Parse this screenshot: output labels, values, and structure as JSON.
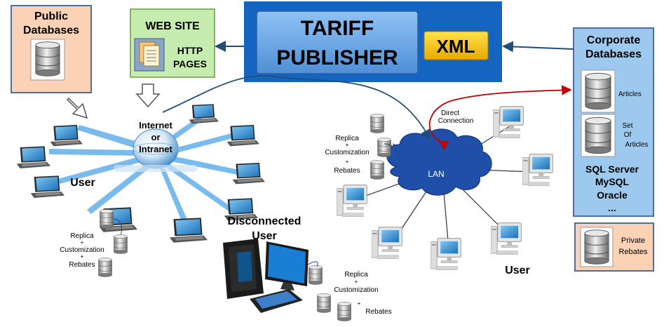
{
  "public_databases": {
    "title_line1": "Public",
    "title_line2": "Databases"
  },
  "web_site": {
    "title": "WEB SITE",
    "sub_line1": "HTTP",
    "sub_line2": "PAGES"
  },
  "publisher": {
    "line1": "TARIFF",
    "line2": "PUBLISHER",
    "xml": "XML"
  },
  "corporate": {
    "title_line1": "Corporate",
    "title_line2": "Databases",
    "articles": "Articles",
    "set_line1": "Set",
    "set_line2": "Of",
    "set_line3": "Articles",
    "engines": [
      "SQL Server",
      "MySQL",
      "Oracle",
      "..."
    ]
  },
  "private": {
    "line1": "Private",
    "line2": "Rebates"
  },
  "internet": {
    "line1": "Internet",
    "line2": "or",
    "line3": "Intranet"
  },
  "users": {
    "left": "User",
    "right": "User",
    "disconnected_line1": "Disconnected",
    "disconnected_line2": "User"
  },
  "lan": {
    "label": "LAN",
    "direct_line1": "Direct",
    "direct_line2": "Connection"
  },
  "replica": {
    "line1": "Replica",
    "plus": "+",
    "line2": "Customization",
    "line3": "Rebates"
  },
  "colors": {
    "publisher_bg": "#1565c0",
    "tariff_box": "#6aa8e8",
    "xml_box": "#f5c400",
    "web_bg": "#c7ecb0",
    "public_bg": "#fbd2b5",
    "corporate_bg": "#9ec9ee",
    "arrow_blue": "#1f4e79",
    "arrow_red": "#c00000",
    "lan_cloud": "#1f4fa8"
  }
}
